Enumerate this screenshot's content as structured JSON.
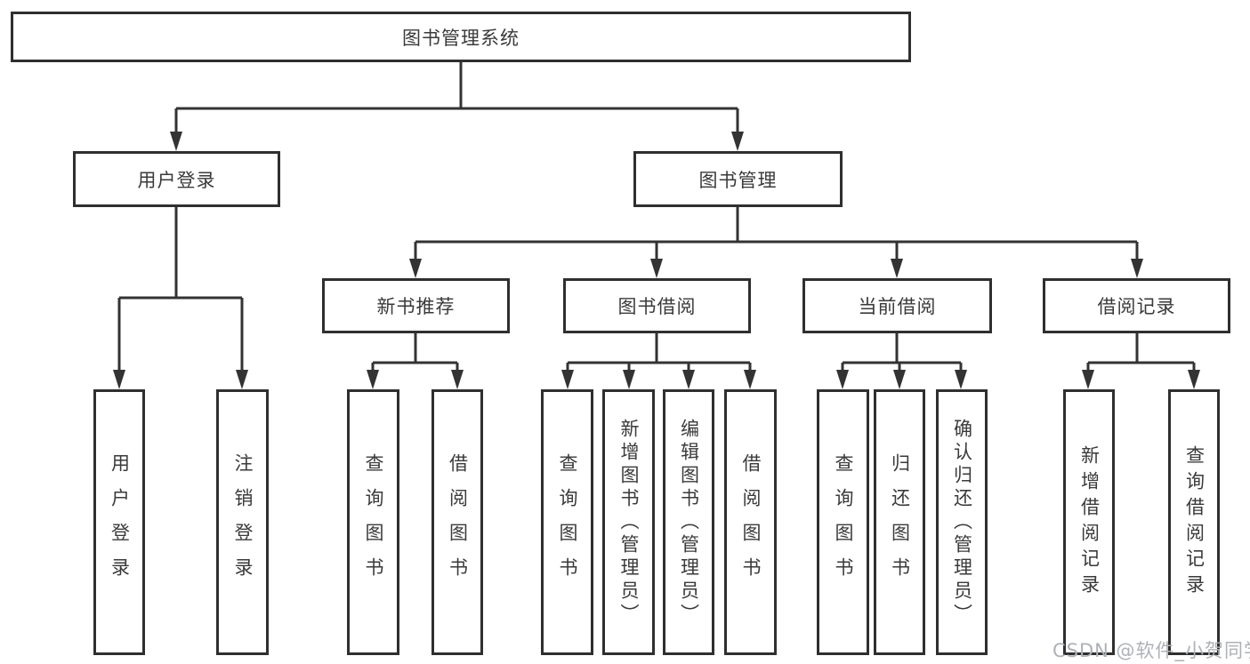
{
  "diagram": {
    "root": {
      "label": "图书管理系统"
    },
    "level2": {
      "user_login": {
        "label": "用户登录"
      },
      "book_mgmt": {
        "label": "图书管理"
      }
    },
    "level3": {
      "new_book": {
        "label": "新书推荐"
      },
      "book_borrow": {
        "label": "图书借阅"
      },
      "current_borrow": {
        "label": "当前借阅"
      },
      "borrow_record": {
        "label": "借阅记录"
      }
    },
    "leaves": {
      "user_login": [
        "用户登录",
        "注销登录"
      ],
      "new_book": [
        "查询图书",
        "借阅图书"
      ],
      "book_borrow": [
        "查询图书",
        "新增图书（管理员）",
        "编辑图书（管理员）",
        "借阅图书"
      ],
      "current_borrow": [
        "查询图书",
        "归还图书",
        "确认归还（管理员）"
      ],
      "borrow_record": [
        "新增借阅记录",
        "查询借阅记录"
      ]
    },
    "colors": {
      "line": "#333333",
      "border": "#2f2f2f",
      "text": "#3a3a3a",
      "background": "#ffffff",
      "watermark": "#aeb1b6"
    }
  },
  "watermark": {
    "text": "CSDN @软件_小贺同学"
  }
}
